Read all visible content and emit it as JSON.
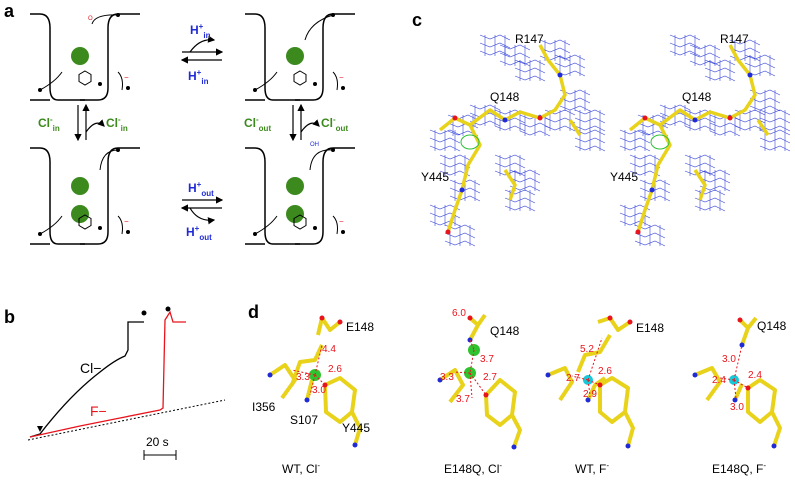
{
  "panels": {
    "a": "a",
    "b": "b",
    "c": "c",
    "d": "d"
  },
  "panel_a": {
    "h_in_top": "H",
    "h_in_top_sup": "+",
    "h_in_top_sub": "in",
    "h_in_bot": "H",
    "h_in_bot_sup": "+",
    "h_in_bot_sub": "in",
    "h_out_top": "H",
    "h_out_top_sup": "+",
    "h_out_top_sub": "out",
    "h_out_bot": "H",
    "h_out_bot_sup": "+",
    "h_out_bot_sub": "out",
    "cl_in_left": "Cl",
    "cl_in_left_sup": "-",
    "cl_in_left_sub": "in",
    "cl_in_right": "Cl",
    "cl_in_right_sup": "-",
    "cl_in_right_sub": "in",
    "cl_out_left": "Cl",
    "cl_out_left_sup": "-",
    "cl_out_left_sub": "out",
    "cl_out_right": "Cl",
    "cl_out_right_sup": "-",
    "cl_out_right_sub": "out",
    "oh_label": "OH",
    "colors": {
      "anion": "#3c8a1e",
      "proton": "#1f2bd6",
      "negative": "#e8141c"
    }
  },
  "panel_b": {
    "cl_label": "Cl−",
    "f_label": "F−",
    "scale_label": "20 s",
    "colors": {
      "cl_trace": "#000000",
      "f_trace": "#e8141c"
    }
  },
  "panel_c": {
    "residues": [
      "R147",
      "Q148",
      "Y445"
    ],
    "colors": {
      "mesh": "#3a48d8",
      "carbon": "#e8d21a",
      "density": "#2fbf3a"
    }
  },
  "panel_d": {
    "structures": [
      {
        "caption": "WT, Cl",
        "sup": "-",
        "residues": [
          "E148",
          "I356",
          "S107",
          "Y445"
        ],
        "distances": [
          "4.4",
          "2.6",
          "3.3",
          "3.0"
        ]
      },
      {
        "caption": "E148Q, Cl",
        "sup": "-",
        "residues": [
          "Q148"
        ],
        "distances": [
          "6.0",
          "3.7",
          "3.3",
          "2.7",
          "3.7"
        ]
      },
      {
        "caption": "WT, F",
        "sup": "-",
        "residues": [
          "E148"
        ],
        "distances": [
          "5.2",
          "2.7",
          "2.6",
          "2.9"
        ]
      },
      {
        "caption": "E148Q, F",
        "sup": "-",
        "residues": [
          "Q148"
        ],
        "distances": [
          "3.0",
          "2.4",
          "2.4",
          "3.0"
        ]
      }
    ],
    "colors": {
      "carbon": "#e8d21a",
      "oxygen": "#e8141c",
      "nitrogen": "#1f2bd6",
      "chloride": "#2fc42f",
      "fluoride": "#19c8d8"
    }
  }
}
